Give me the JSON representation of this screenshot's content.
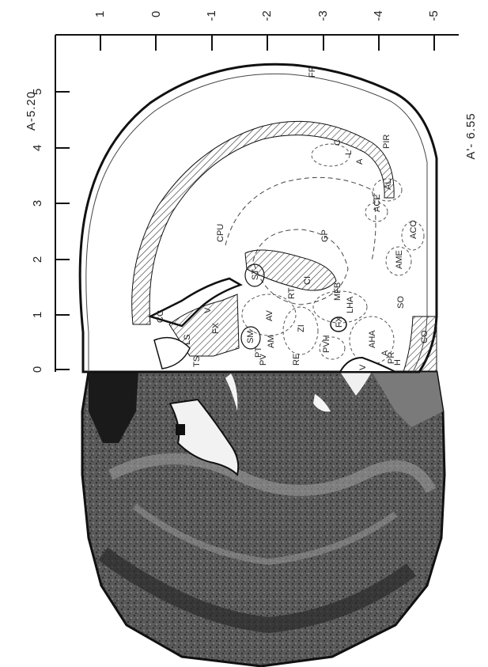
{
  "plate": {
    "top_label": "A-5.20",
    "bottom_label": "A'- 6.55"
  },
  "axes": {
    "horizontal_ticks": [
      "1",
      "0",
      "-1",
      "-2",
      "-3",
      "-4",
      "-5"
    ],
    "vertical_ticks": [
      "5",
      "4",
      "3",
      "2",
      "1",
      "0"
    ]
  },
  "regions": [
    "FR",
    "PIR",
    "C",
    "L",
    "A",
    "AL",
    "ACE",
    "ACO",
    "AME",
    "GP",
    "CPU",
    "CI",
    "ST",
    "SM",
    "CC",
    "V",
    "LS",
    "FX",
    "TS",
    "MFB",
    "LHA",
    "SO",
    "RT",
    "AV",
    "AM",
    "PT",
    "PV",
    "ZI",
    "FX",
    "PVH",
    "RE",
    "AHA",
    "A",
    "H",
    "PR",
    "CO",
    "V"
  ]
}
